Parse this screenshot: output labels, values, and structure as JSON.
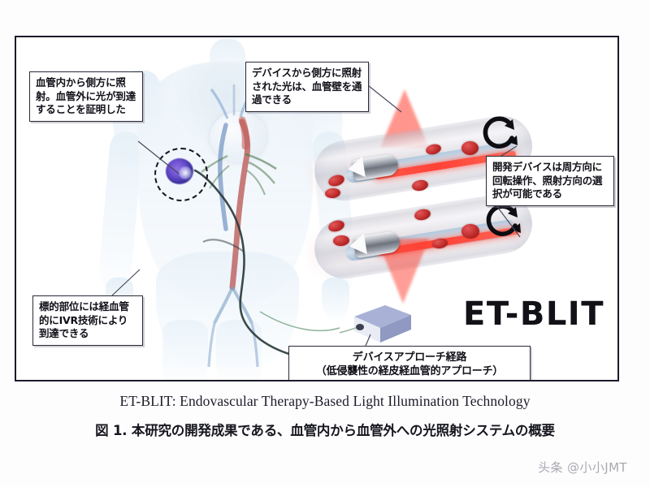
{
  "figure": {
    "callouts": {
      "left_top": "血管内から側方に照射。血管外に光が到達することを証明した",
      "top_center": "デバイスから側方に照射された光は、血管壁を通過できる",
      "right": "開発デバイスは周方向に回転操作、照射方向の選択が可能である",
      "left_bottom": "標的部位には経血管的にIVR技術により到達できる",
      "bottom_center": "デバイスアプローチ経路\n（低侵襲性の経皮経血管的アプローチ）"
    },
    "logo": "ET-BLIT",
    "icons": {
      "target_marker": "dashed-circle-target",
      "rotation_upper": "circular-rotation-arrow",
      "rotation_lower": "circular-rotation-arrow",
      "laser_generator": "laser-generator-box",
      "human_body": "transparent-human-torso",
      "vessel_upper": "blood-vessel-cutaway-upward-beam",
      "vessel_lower": "blood-vessel-cutaway-downward-beam"
    }
  },
  "caption": {
    "english": "ET-BLIT: Endovascular Therapy-Based Light Illumination Technology",
    "japanese": "図 1. 本研究の開発成果である、血管内から血管外への光照射システムの概要"
  },
  "watermark": "头条 @小小JMT",
  "colors": {
    "laser_red": "#ff3e30",
    "target_purple": "#4b3aa8",
    "frame_border": "#1b1b2b",
    "callout_border": "#2a2a38",
    "rbc_red": "#bf2b2b",
    "vessel_blue": "#a8c6de"
  }
}
